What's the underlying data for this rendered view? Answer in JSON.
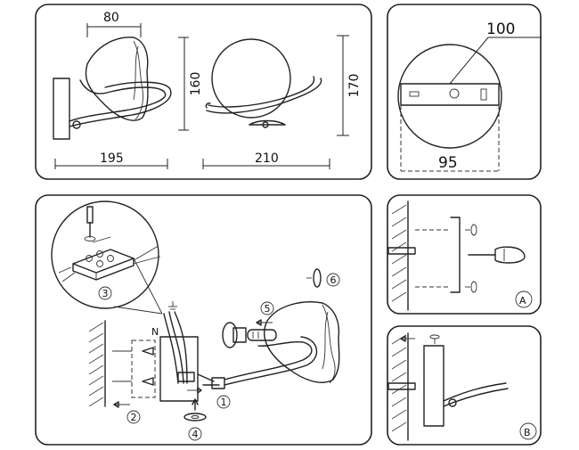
{
  "dimensions": {
    "shade_width": "80",
    "height_side": "160",
    "depth": "195",
    "width_front": "210",
    "height_front": "170",
    "plate_diameter": "100",
    "plate_width": "95"
  },
  "steps": [
    "1",
    "2",
    "3",
    "4",
    "5",
    "6"
  ],
  "panels": {
    "a": "A",
    "b": "B"
  },
  "wire_label": "N"
}
